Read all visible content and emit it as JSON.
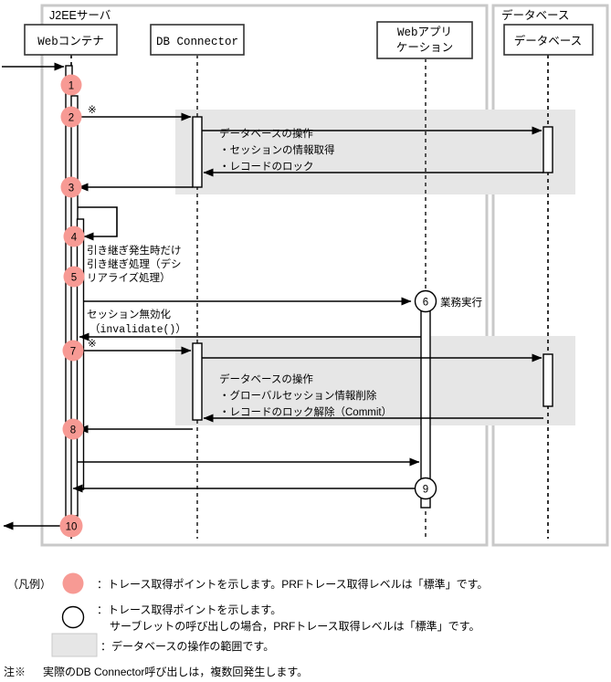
{
  "diagram": {
    "type": "uml-sequence-diagram",
    "frames": [
      {
        "id": "j2ee",
        "label": "J2EEサーバ"
      },
      {
        "id": "db",
        "label": "データベース"
      }
    ],
    "participants": [
      {
        "id": "webcontainer",
        "label": "Webコンテナ"
      },
      {
        "id": "dbconnector",
        "label": "DB Connector"
      },
      {
        "id": "webapp",
        "label": "Webアプリ\nケーション",
        "line1": "Webアプリ",
        "line2": "ケーション"
      },
      {
        "id": "database",
        "label": "データベース"
      }
    ],
    "trace_points": [
      {
        "n": "1",
        "style": "pink"
      },
      {
        "n": "2",
        "style": "pink"
      },
      {
        "n": "3",
        "style": "pink"
      },
      {
        "n": "4",
        "style": "pink"
      },
      {
        "n": "5",
        "style": "pink"
      },
      {
        "n": "6",
        "style": "white"
      },
      {
        "n": "7",
        "style": "pink"
      },
      {
        "n": "8",
        "style": "pink"
      },
      {
        "n": "9",
        "style": "white"
      },
      {
        "n": "10",
        "style": "pink"
      }
    ],
    "annotations": {
      "asterisk_2": "※",
      "asterisk_7": "※",
      "step6_label": "業務実行",
      "handover_line1": "引き継ぎ発生時だけ",
      "handover_line2": "引き継ぎ処理（デシ",
      "handover_line3": "リアライズ処理）",
      "invalidate_line1": "セッション無効化",
      "invalidate_line2": "（invalidate()）"
    },
    "db_operation_boxes": [
      {
        "id": "dbop-1",
        "title": "データベースの操作",
        "items": [
          "・セッションの情報取得",
          "・レコードのロック"
        ]
      },
      {
        "id": "dbop-2",
        "title": "データベースの操作",
        "items": [
          "・グローバルセッション情報削除",
          "・レコードのロック解除（Commit）"
        ]
      }
    ]
  },
  "legend": {
    "title": "（凡例）",
    "entries": [
      {
        "marker": "pink-circle",
        "lines": [
          "：トレース取得ポイントを示します。PRFトレース取得レベルは「標準」です。"
        ]
      },
      {
        "marker": "white-circle",
        "lines": [
          "：トレース取得ポイントを示します。",
          "サーブレットの呼び出しの場合，PRFトレース取得レベルは「標準」です。"
        ]
      },
      {
        "marker": "gray-square",
        "lines": [
          "：データベースの操作の範囲です。"
        ]
      }
    ]
  },
  "footnote": {
    "marker": "注※",
    "text": "実際のDB Connector呼び出しは，複数回発生します。"
  },
  "colors": {
    "pink": "#f79a94",
    "gray_box": "#e6e6e6",
    "frame_border": "#c9c9c9",
    "line": "#000000",
    "white": "#ffffff"
  }
}
